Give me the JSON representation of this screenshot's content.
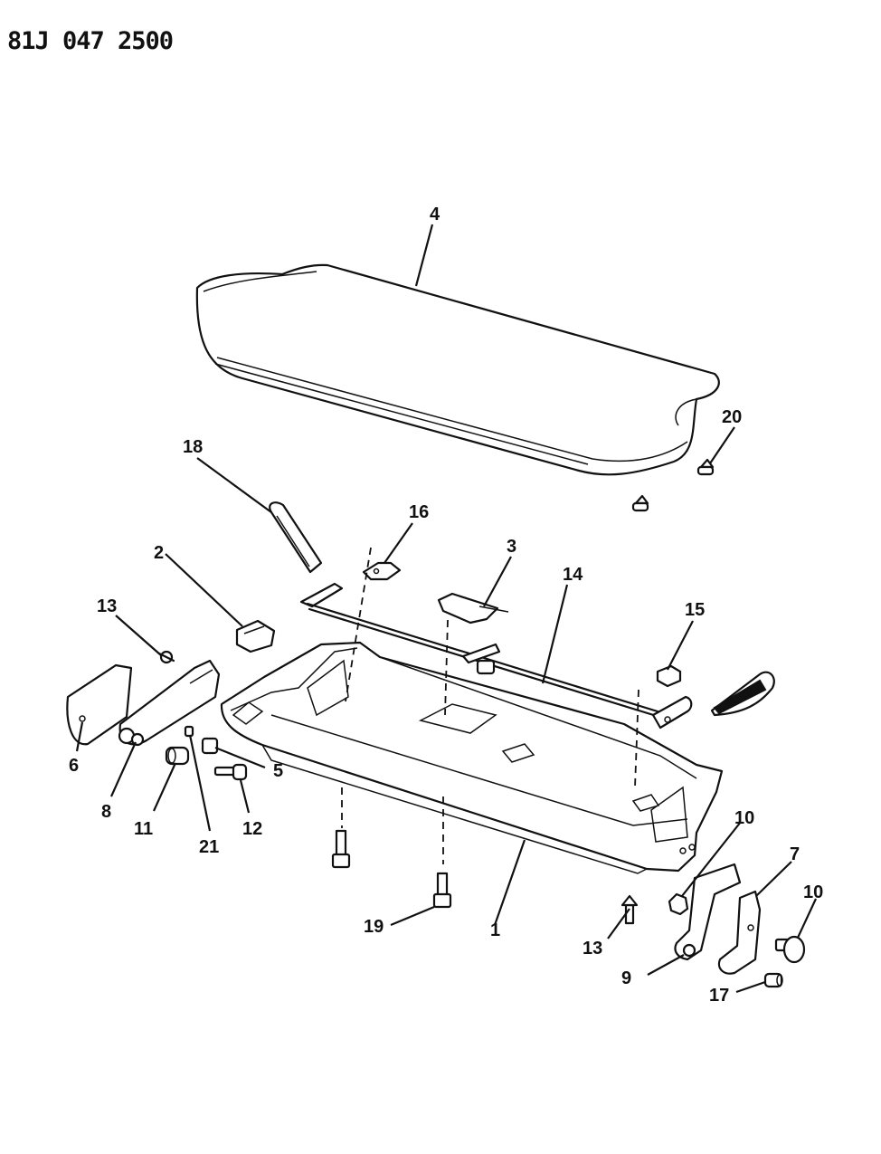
{
  "document_code": "81J 047 2500",
  "callouts": {
    "c1": "1",
    "c2": "2",
    "c3": "3",
    "c4": "4",
    "c5": "5",
    "c6": "6",
    "c7": "7",
    "c8": "8",
    "c9": "9",
    "c10a": "10",
    "c10b": "10",
    "c11": "11",
    "c12": "12",
    "c13a": "13",
    "c13b": "13",
    "c14": "14",
    "c15": "15",
    "c16": "16",
    "c17": "17",
    "c18": "18",
    "c19": "19",
    "c20": "20",
    "c21": "21"
  }
}
